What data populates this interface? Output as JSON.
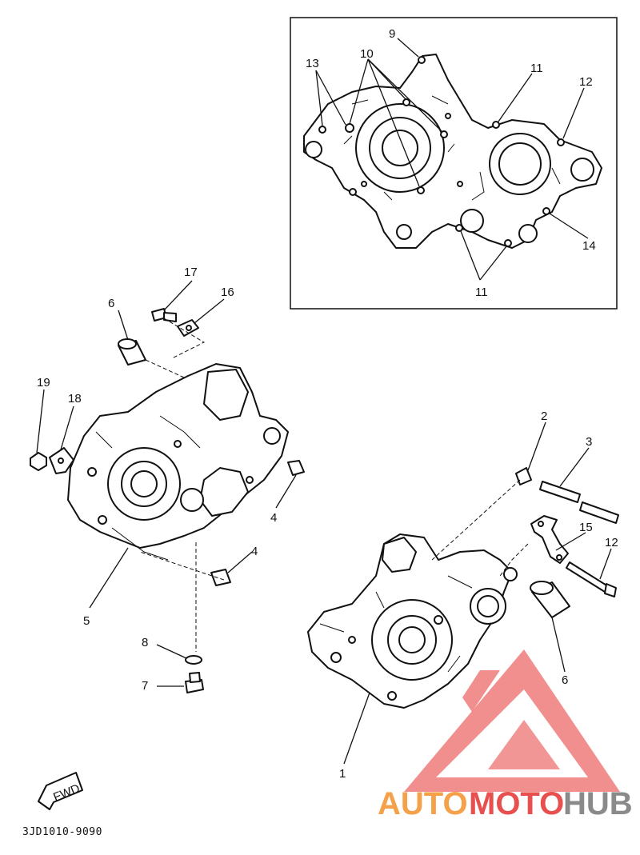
{
  "diagram": {
    "catalog_code": "3JD1010-9090",
    "fwd_label": "FWD",
    "callouts": {
      "c1": "1",
      "c2": "2",
      "c3": "3",
      "c4a": "4",
      "c4b": "4",
      "c5": "5",
      "c6a": "6",
      "c6b": "6",
      "c7": "7",
      "c8": "8",
      "c9": "9",
      "c10": "10",
      "c11a": "11",
      "c11b": "11",
      "c12a": "12",
      "c12b": "12",
      "c13": "13",
      "c14": "14",
      "c15": "15",
      "c16": "16",
      "c17": "17",
      "c18": "18",
      "c19": "19"
    }
  },
  "watermark": {
    "brand_part1": "AUTO",
    "brand_part2": "MOTO",
    "brand_part3": "HUB",
    "color_orange": "#f4a14a",
    "color_red": "#e8504f",
    "color_gray": "#8a8a8a"
  }
}
